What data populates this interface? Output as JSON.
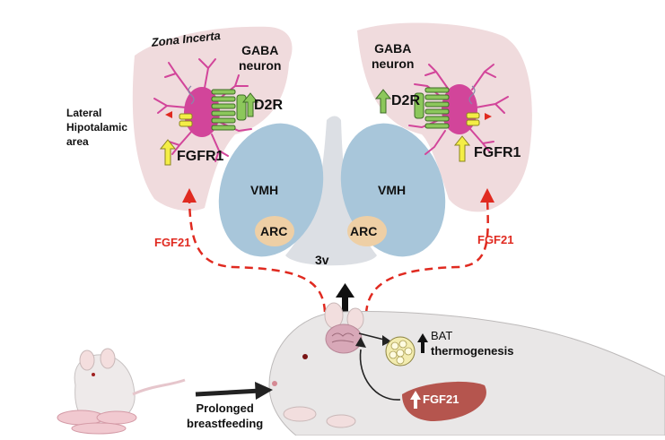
{
  "regions": {
    "zona_incerta": "Zona Incerta",
    "lateral_hypothalamic_area": "Lateral\nHipotalamic\narea",
    "vmh_left": "VMH",
    "vmh_right": "VMH",
    "arc_left": "ARC",
    "arc_right": "ARC",
    "third_ventricle": "3v"
  },
  "neurons": {
    "left": {
      "title_line1": "GABA",
      "title_line2": "neuron",
      "receptor_d2r": "D2R",
      "receptor_fgfr1": "FGFR1"
    },
    "right": {
      "title_line1": "GABA",
      "title_line2": "neuron",
      "receptor_d2r": "D2R",
      "receptor_fgfr1": "FGFR1"
    }
  },
  "signals": {
    "fgf21_left": "FGF21",
    "fgf21_right": "FGF21",
    "liver_fgf21": "FGF21"
  },
  "outcome": {
    "bat_line1": "BAT",
    "bat_line2": "thermogenesis"
  },
  "condition": {
    "line1": "Prolonged",
    "line2": "breastfeeding"
  },
  "colors": {
    "region_fill": "#f0dbdd",
    "vmh_fill": "#a8c6da",
    "arc_fill": "#eecfa5",
    "ventricle_fill": "#dcdfe4",
    "neuron_magenta": "#d2459a",
    "d2r_green": "#8cc75b",
    "fgfr1_yellow": "#f4ee46",
    "fgf21_red": "#e02a20",
    "liver": "#b5554e",
    "bat_fill": "#f3ecb0"
  }
}
